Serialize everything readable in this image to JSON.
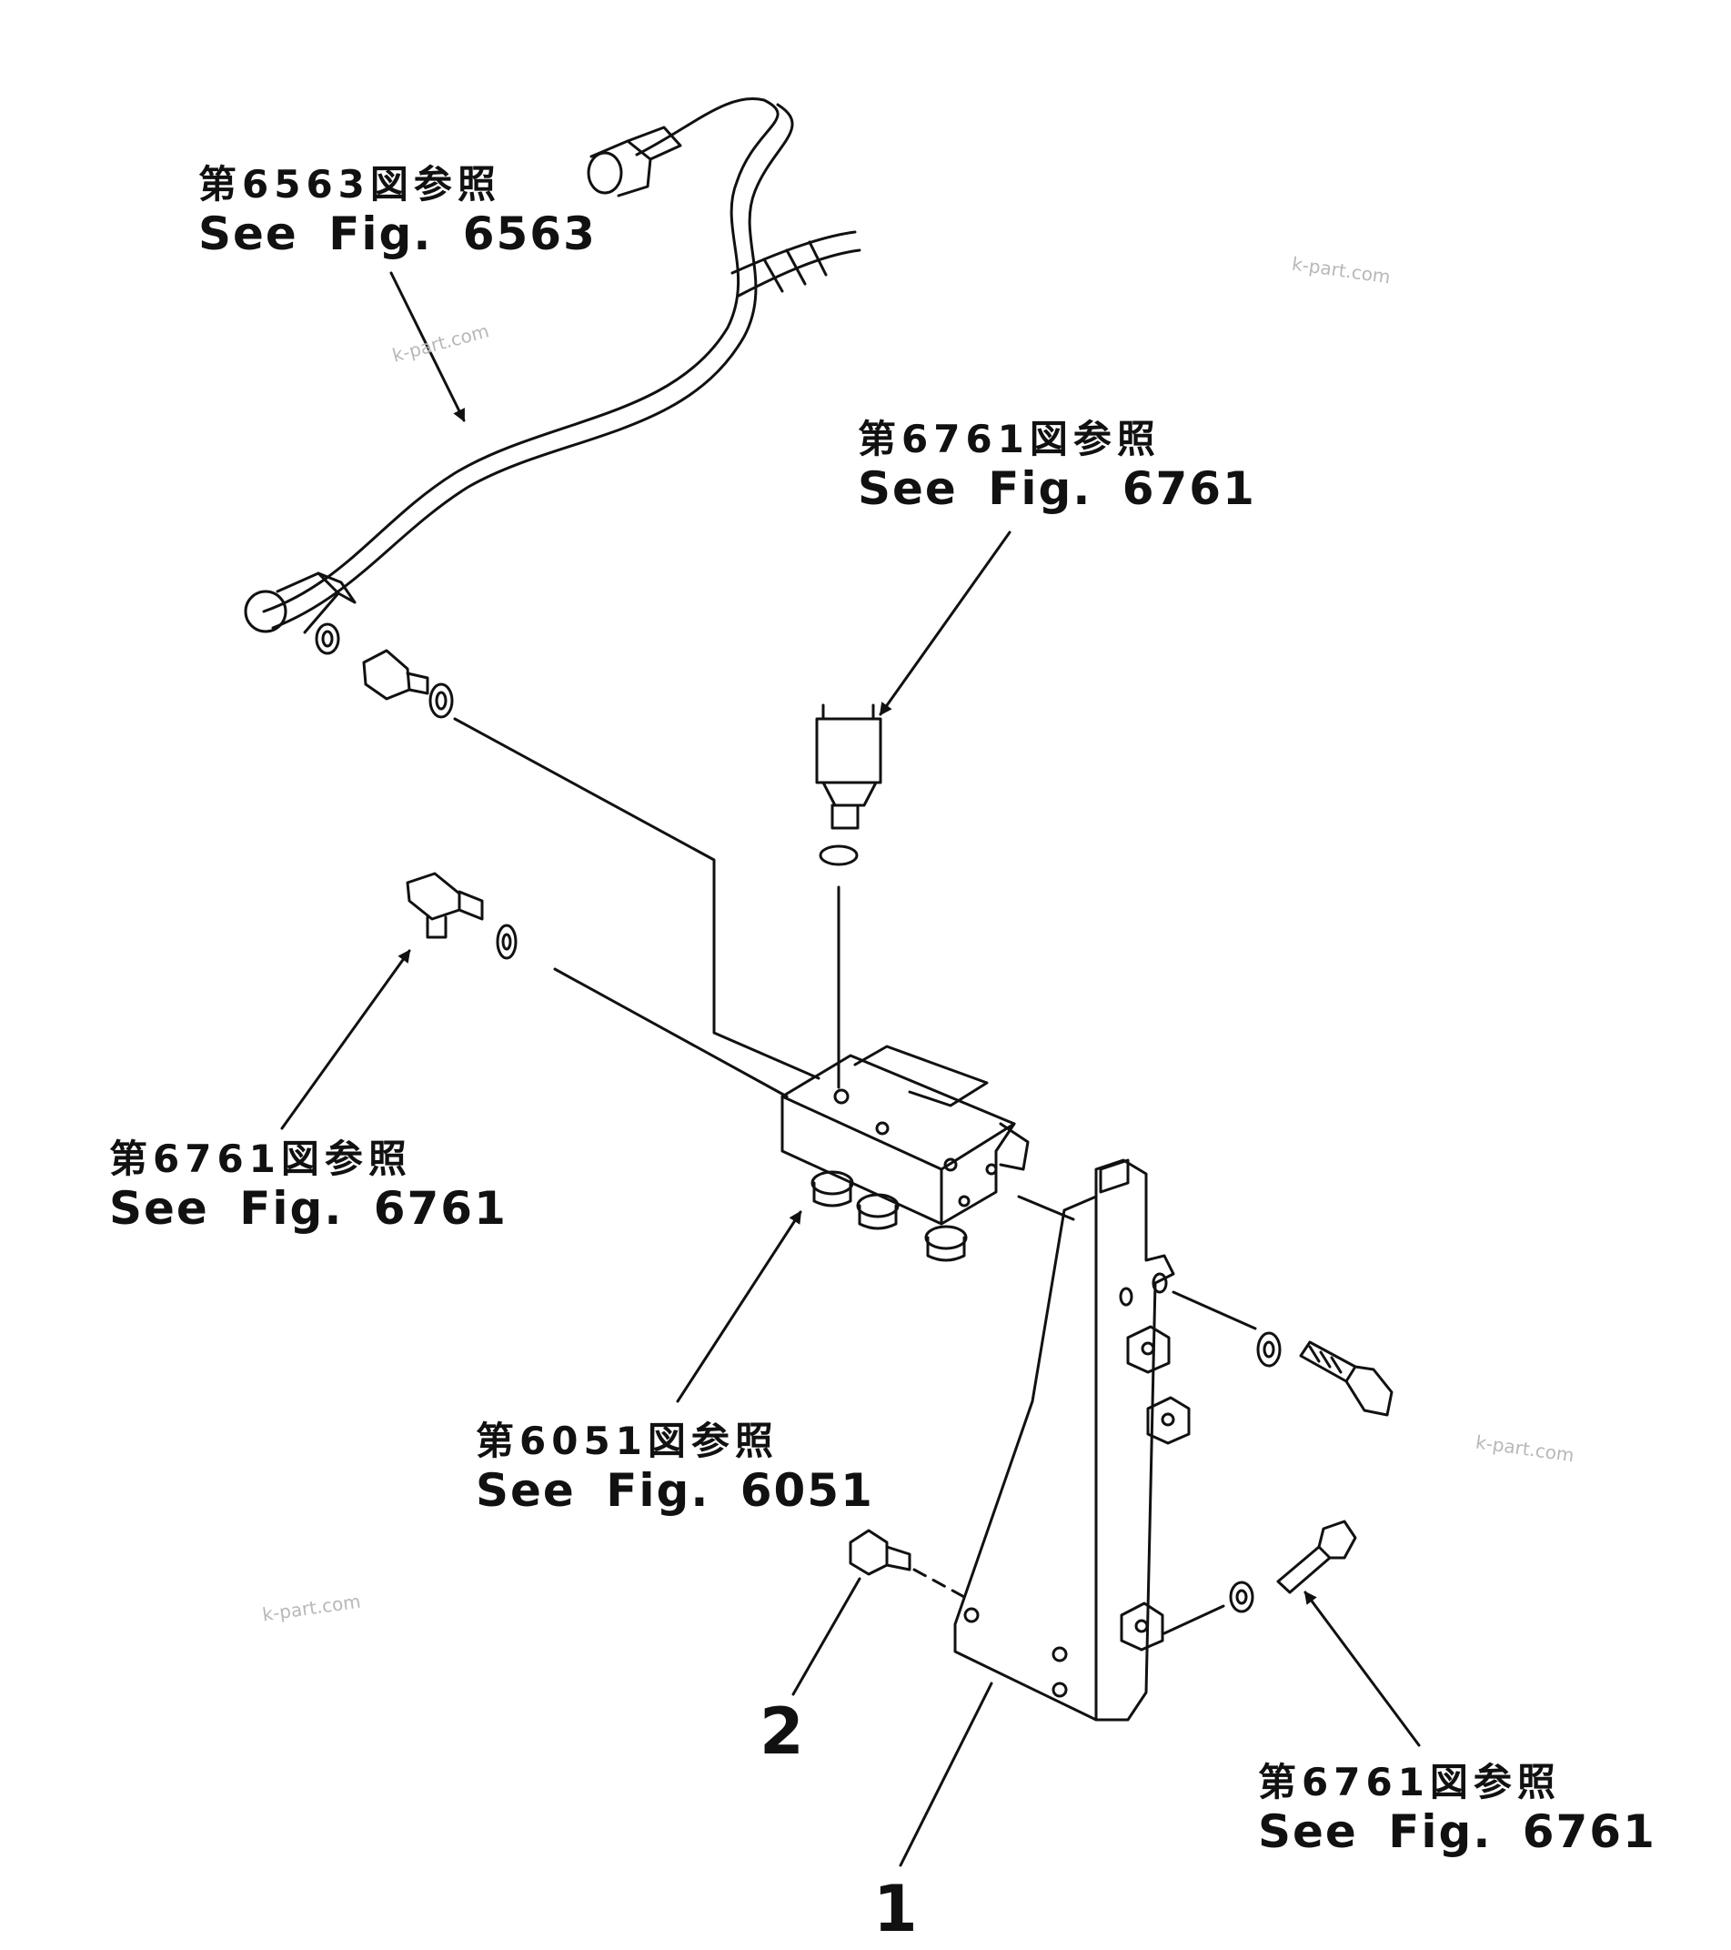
{
  "references": [
    {
      "jp": "第6563図参照",
      "en": "See Fig. 6563"
    },
    {
      "jp": "第6761図参照",
      "en": "See Fig. 6761"
    },
    {
      "jp": "第6761図参照",
      "en": "See Fig. 6761"
    },
    {
      "jp": "第6051図参照",
      "en": "See Fig. 6051"
    },
    {
      "jp": "第6761図参照",
      "en": "See Fig. 6761"
    }
  ],
  "callouts": [
    "1",
    "2"
  ],
  "watermarks": [
    "k-part.com",
    "k-part.com",
    "k-part.com",
    "k-part.com"
  ],
  "colors": {
    "ink": "#111111",
    "watermark": "#b8b8b8",
    "background": "#ffffff"
  }
}
